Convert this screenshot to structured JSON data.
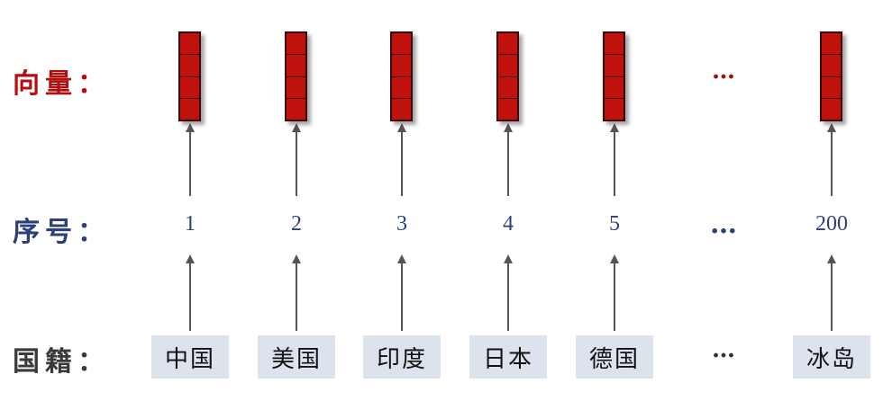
{
  "labels": {
    "vector": "向量：",
    "index": "序号：",
    "nationality": "国籍："
  },
  "columns": [
    {
      "index": "1",
      "nationality": "中国"
    },
    {
      "index": "2",
      "nationality": "美国"
    },
    {
      "index": "3",
      "nationality": "印度"
    },
    {
      "index": "4",
      "nationality": "日本"
    },
    {
      "index": "5",
      "nationality": "德国"
    },
    {
      "index": "200",
      "nationality": "冰岛"
    }
  ],
  "ellipsis": "…",
  "colors": {
    "vector_red": "#c0110d",
    "label_red": "#b01010",
    "label_blue": "#2b3f7a",
    "box_bg": "#dde3ec",
    "arrow": "#555555"
  }
}
